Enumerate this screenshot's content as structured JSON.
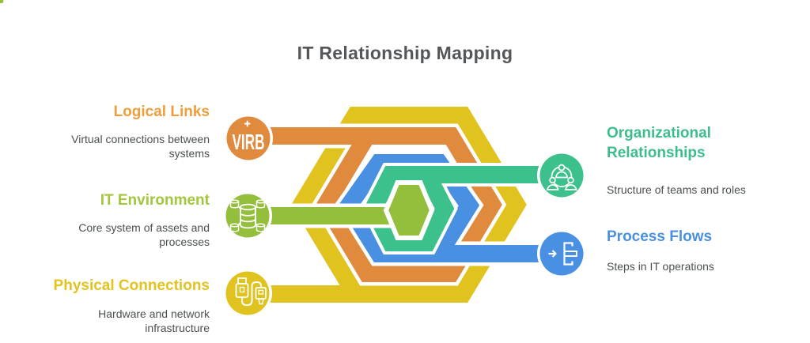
{
  "title": "IT Relationship Mapping",
  "colors": {
    "title": "#53575a",
    "description_text": "#4b5052",
    "yellow": "#e1c31f",
    "orange": "#e08a3e",
    "blue": "#4a90e2",
    "emerald": "#3dc18c",
    "olive": "#94bf3d",
    "background": "#ffffff"
  },
  "left_items": [
    {
      "id": "logical-links",
      "label": "Logical Links",
      "description": "Virtual connections between\nsystems",
      "color": "#f09d3c",
      "icon": "virb-logo-icon",
      "icon_text": "VIRB",
      "icon_color": "#e08a3e"
    },
    {
      "id": "it-environment",
      "label": "IT Environment",
      "description": "Core system of assets and\nprocesses",
      "color": "#a4c63c",
      "icon": "database-network-icon",
      "icon_color": "#94bf3d"
    },
    {
      "id": "physical-connections",
      "label": "Physical Connections",
      "description": "Hardware and network\ninfrastructure",
      "color": "#e2c31f",
      "icon": "usb-cable-icon",
      "icon_color": "#e1c31f"
    }
  ],
  "right_items": [
    {
      "id": "organizational-relationships",
      "label": "Organizational\nRelationships",
      "description": "Structure of teams and roles",
      "color": "#3dbd8b",
      "icon": "team-network-icon",
      "icon_color": "#3dc18c"
    },
    {
      "id": "process-flows",
      "label": "Process Flows",
      "description": "Steps in IT operations",
      "color": "#4a90e2",
      "icon": "flow-branch-icon",
      "icon_color": "#4a90e2"
    }
  ]
}
